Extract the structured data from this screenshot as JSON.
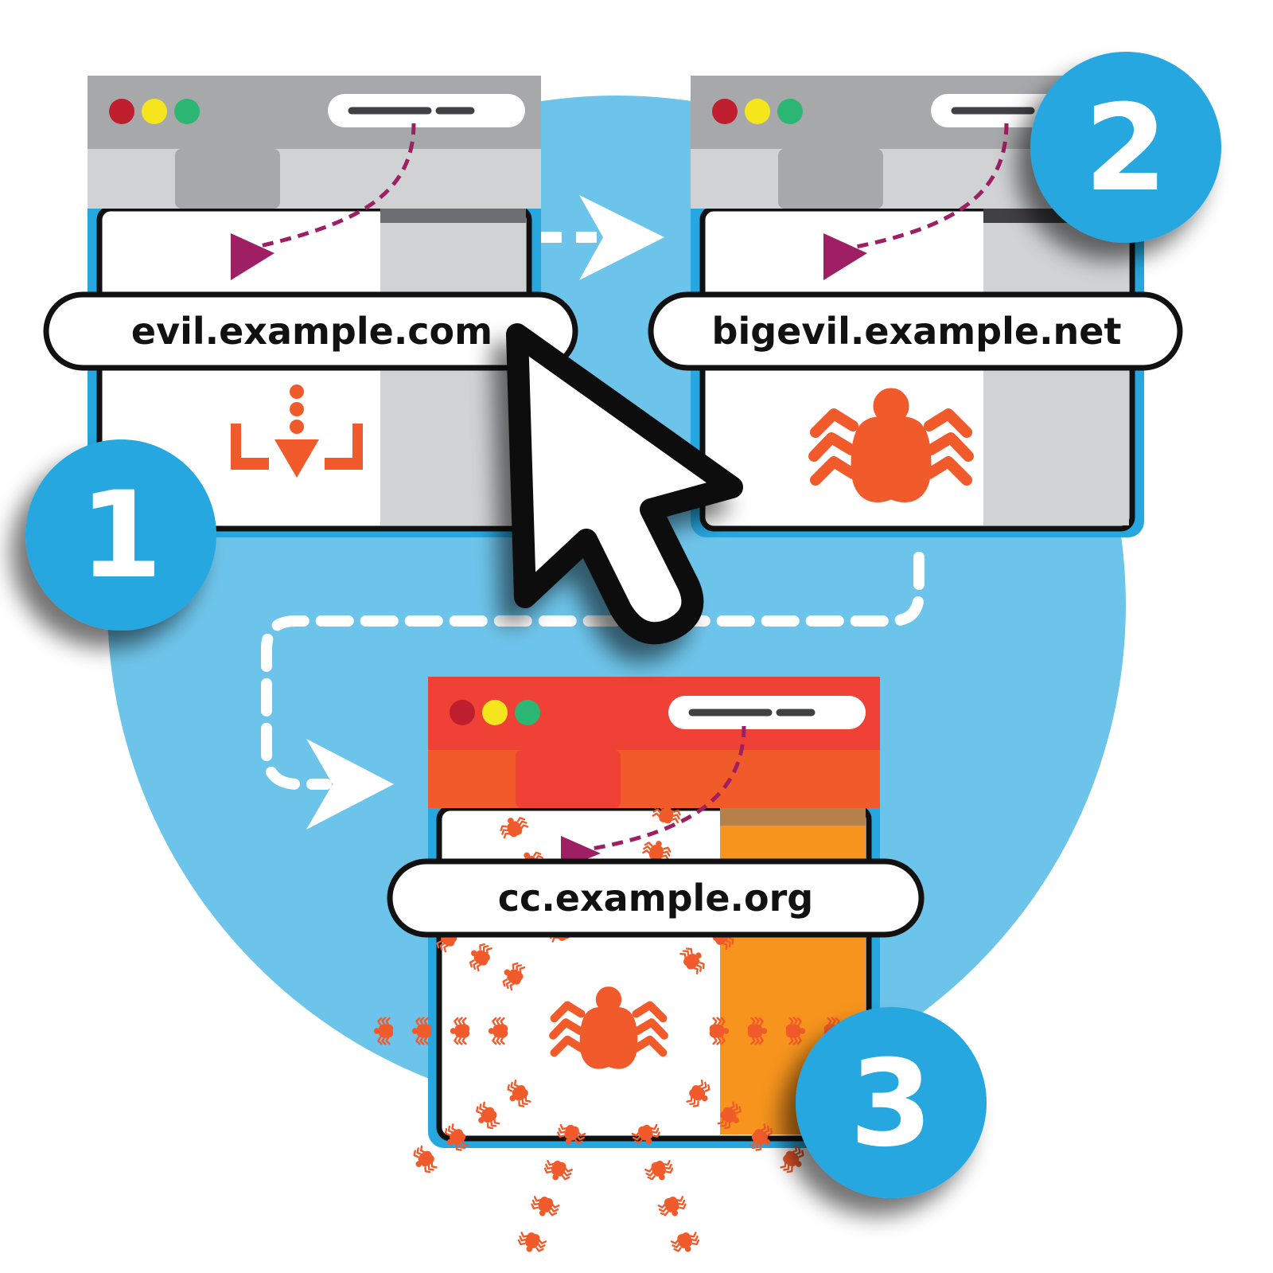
{
  "steps": [
    {
      "number": "1",
      "domain": "evil.example.com",
      "icon": "download-icon"
    },
    {
      "number": "2",
      "domain": "bigevil.example.net",
      "icon": "bug-icon"
    },
    {
      "number": "3",
      "domain": "cc.example.org",
      "icon": "bug-swarm-icon"
    }
  ],
  "colors": {
    "background_circle": "#6dc4ea",
    "badge": "#27a7e0",
    "window_frame_blue": "#27a7e0",
    "chrome_gray": "#a7a8aa",
    "tab_strip_gray": "#d1d2d4",
    "active_tab_gray": "#a7a8aa",
    "chrome_red": "#ef4136",
    "tab_strip_orange": "#f15a29",
    "sidebar_orange": "#f7941d",
    "dot_red": "#be1e2d",
    "dot_yellow": "#f4e51c",
    "dot_green": "#2bb673",
    "icon_orange": "#f15a2b",
    "redirect_arrow_purple": "#9e1f63"
  }
}
